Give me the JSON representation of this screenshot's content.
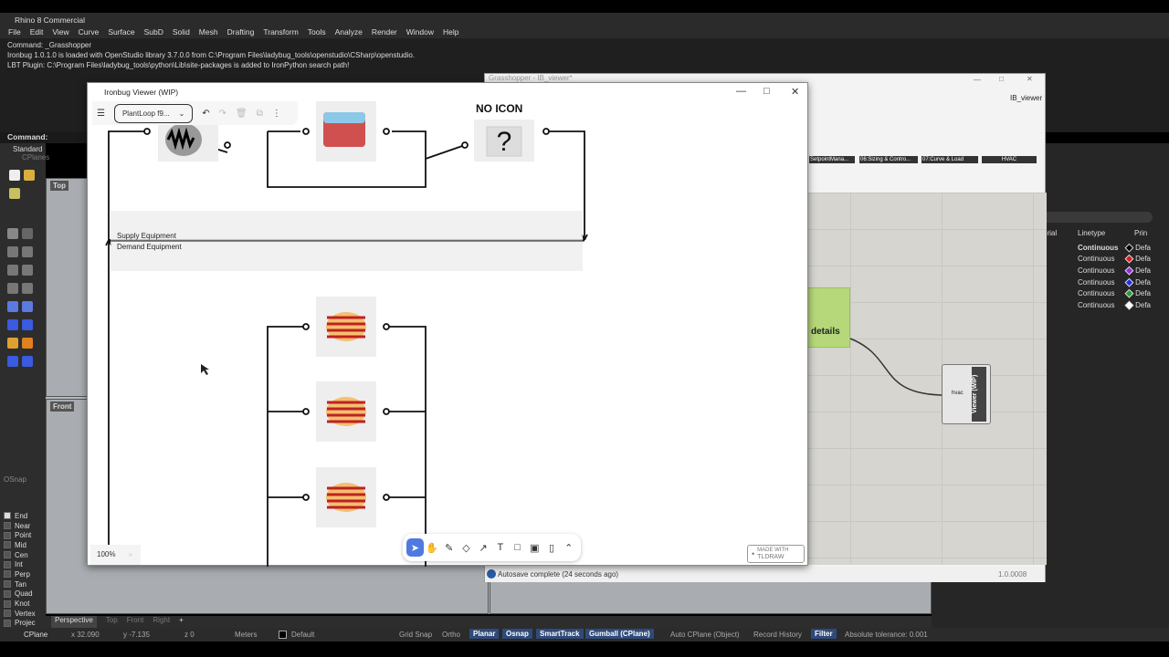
{
  "rhino": {
    "title": "Rhino 8 Commercial",
    "menu": [
      "File",
      "Edit",
      "View",
      "Curve",
      "Surface",
      "SubD",
      "Solid",
      "Mesh",
      "Drafting",
      "Transform",
      "Tools",
      "Analyze",
      "Render",
      "Window",
      "Help"
    ],
    "history": [
      "Command: _Grasshopper",
      "Ironbug 1.0.1.0 is loaded with OpenStudio library 3.7.0.0 from C:\\Program Files\\ladybug_tools\\openstudio\\CSharp\\openstudio.",
      "LBT Plugin: C:\\Program Files\\ladybug_tools\\python\\Lib\\site-packages is added to IronPython search path!"
    ],
    "command_label": "Command:",
    "toolbar_tabs": [
      "Standard",
      "CPlanes"
    ],
    "viewports": [
      "Top",
      "Front"
    ],
    "viewport_tabs": [
      "Perspective",
      "Top",
      "Front",
      "Right",
      "+"
    ],
    "osnap": {
      "title": "OSnap",
      "items": [
        {
          "label": "End",
          "checked": true
        },
        {
          "label": "Near",
          "checked": false
        },
        {
          "label": "Point",
          "checked": false
        },
        {
          "label": "Mid",
          "checked": false
        },
        {
          "label": "Cen",
          "checked": false
        },
        {
          "label": "Int",
          "checked": false
        },
        {
          "label": "Perp",
          "checked": false
        },
        {
          "label": "Tan",
          "checked": false
        },
        {
          "label": "Quad",
          "checked": false
        },
        {
          "label": "Knot",
          "checked": false
        },
        {
          "label": "Vertex",
          "checked": false
        },
        {
          "label": "Projec",
          "checked": false
        }
      ]
    },
    "layers": {
      "headers": [
        "erial",
        "Linetype",
        "Prin"
      ],
      "rows": [
        {
          "linetype": "Continuous",
          "color": "#000000",
          "print": "Defa"
        },
        {
          "linetype": "Continuous",
          "color": "#d02020",
          "print": "Defa"
        },
        {
          "linetype": "Continuous",
          "color": "#9030d0",
          "print": "Defa"
        },
        {
          "linetype": "Continuous",
          "color": "#2030e0",
          "print": "Defa"
        },
        {
          "linetype": "Continuous",
          "color": "#20a030",
          "print": "Defa"
        },
        {
          "linetype": "Continuous",
          "color": "#ffffff",
          "print": "Defa"
        }
      ]
    },
    "status": {
      "cplane": "CPlane",
      "x": "x 32.090",
      "y": "y -7.135",
      "z": "z 0",
      "units": "Meters",
      "layer": "Default",
      "grid_snap": "Grid Snap",
      "ortho": "Ortho",
      "planar": "Planar",
      "osnap": "Osnap",
      "smarttrack": "SmartTrack",
      "gumball": "Gumball (CPlane)",
      "autocplane": "Auto CPlane (Object)",
      "record": "Record History",
      "filter": "Filter",
      "tolerance": "Absolute tolerance: 0.001"
    }
  },
  "grasshopper": {
    "title": "Grasshopper - IB_viewer*",
    "doc": "IB_viewer",
    "tabs": [
      "SetpointMana...",
      "06:Sizing & Contro...",
      "07:Curve & Load",
      "HVAC"
    ],
    "group_label": "details",
    "component": {
      "input": "hvac",
      "name": "Viewer (WIP)"
    },
    "autosave": "Autosave complete (24 seconds ago)",
    "version": "1.0.0008"
  },
  "viewer": {
    "title": "Ironbug Viewer (WIP)",
    "page": "PlantLoop f9...",
    "no_icon": "NO ICON",
    "supply": "Supply Equipment",
    "demand": "Demand Equipment",
    "zoom": "100%",
    "made_with": "MADE WITH",
    "tldraw": "TLDRAW"
  }
}
